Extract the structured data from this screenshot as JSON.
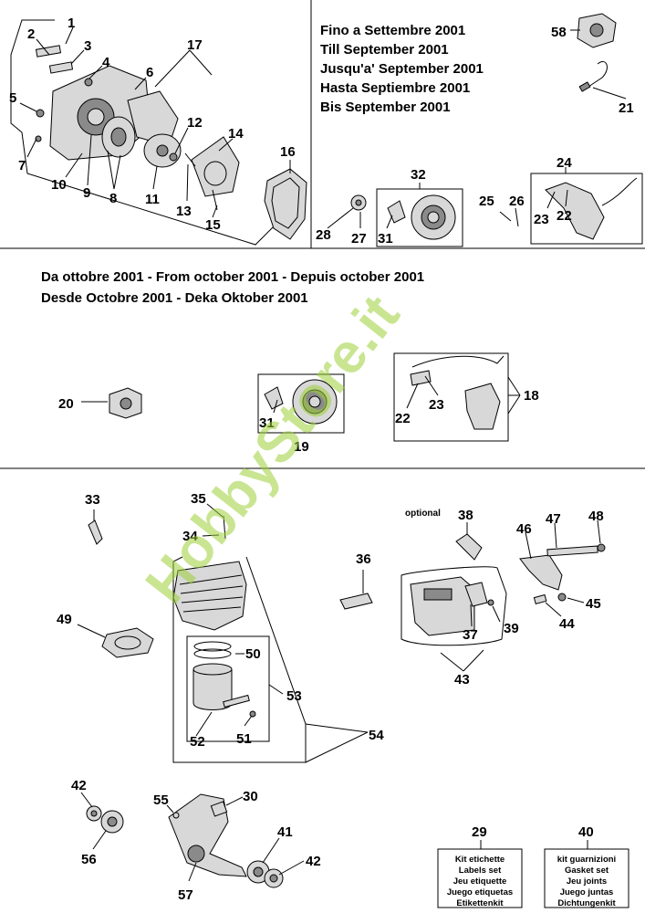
{
  "header_until": [
    "Fino a Settembre 2001",
    "Till September 2001",
    "Jusqu'a' September 2001",
    "Hasta Septiembre 2001",
    "Bis September 2001"
  ],
  "header_from": [
    "Da ottobre 2001 - From october 2001 - Depuis october 2001",
    "Desde Octobre 2001 - Deka Oktober 2001"
  ],
  "optional_label": "optional",
  "kit_labels": [
    "Kit etichette",
    "Labels set",
    "Jeu etiquette",
    "Juego etiquetas",
    "Etikettenkit"
  ],
  "kit_gaskets": [
    "kit guarnizioni",
    "Gasket set",
    "Jeu joints",
    "Juego juntas",
    "Dichtungenkit"
  ],
  "watermark": "HobbyStore.it",
  "callouts": {
    "n1": "1",
    "n2": "2",
    "n3": "3",
    "n4": "4",
    "n5": "5",
    "n6": "6",
    "n7": "7",
    "n8": "8",
    "n9": "9",
    "n10": "10",
    "n11": "11",
    "n12": "12",
    "n13": "13",
    "n14": "14",
    "n15": "15",
    "n16": "16",
    "n17": "17",
    "n18": "18",
    "n19": "19",
    "n20": "20",
    "n21": "21",
    "n22a": "22",
    "n22b": "22",
    "n23a": "23",
    "n23b": "23",
    "n24": "24",
    "n25": "25",
    "n26": "26",
    "n27": "27",
    "n28": "28",
    "n29": "29",
    "n30": "30",
    "n31a": "31",
    "n31b": "31",
    "n32": "32",
    "n33": "33",
    "n34": "34",
    "n35": "35",
    "n36": "36",
    "n37": "37",
    "n38": "38",
    "n39": "39",
    "n40": "40",
    "n41": "41",
    "n42a": "42",
    "n42b": "42",
    "n43": "43",
    "n44": "44",
    "n45": "45",
    "n46": "46",
    "n47": "47",
    "n48": "48",
    "n49": "49",
    "n50": "50",
    "n51": "51",
    "n52": "52",
    "n53": "53",
    "n54": "54",
    "n55": "55",
    "n56": "56",
    "n57": "57",
    "n58": "58"
  }
}
